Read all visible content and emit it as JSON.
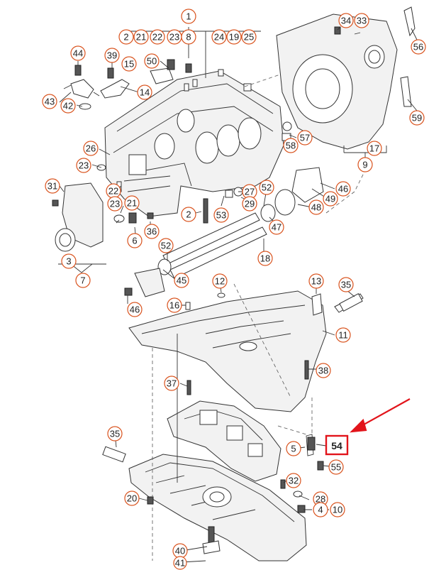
{
  "callouts": [
    "1",
    "2",
    "21",
    "22",
    "23",
    "8",
    "24",
    "19",
    "25",
    "34",
    "33",
    "56",
    "44",
    "39",
    "15",
    "50",
    "14",
    "43",
    "42",
    "59",
    "57",
    "58",
    "17",
    "9",
    "26",
    "23",
    "31",
    "22",
    "21",
    "23",
    "2",
    "53",
    "27",
    "52",
    "29",
    "46",
    "49",
    "48",
    "47",
    "3",
    "7",
    "6",
    "36",
    "52",
    "45",
    "18",
    "12",
    "13",
    "35",
    "46",
    "16",
    "11",
    "38",
    "37",
    "35",
    "5",
    "32",
    "20",
    "28",
    "4",
    "10",
    "40",
    "41",
    "55"
  ],
  "highlighted_part": "54",
  "colors": {
    "callout_stroke": "#d9531e",
    "highlight": "#e2141b",
    "line": "#333333"
  }
}
